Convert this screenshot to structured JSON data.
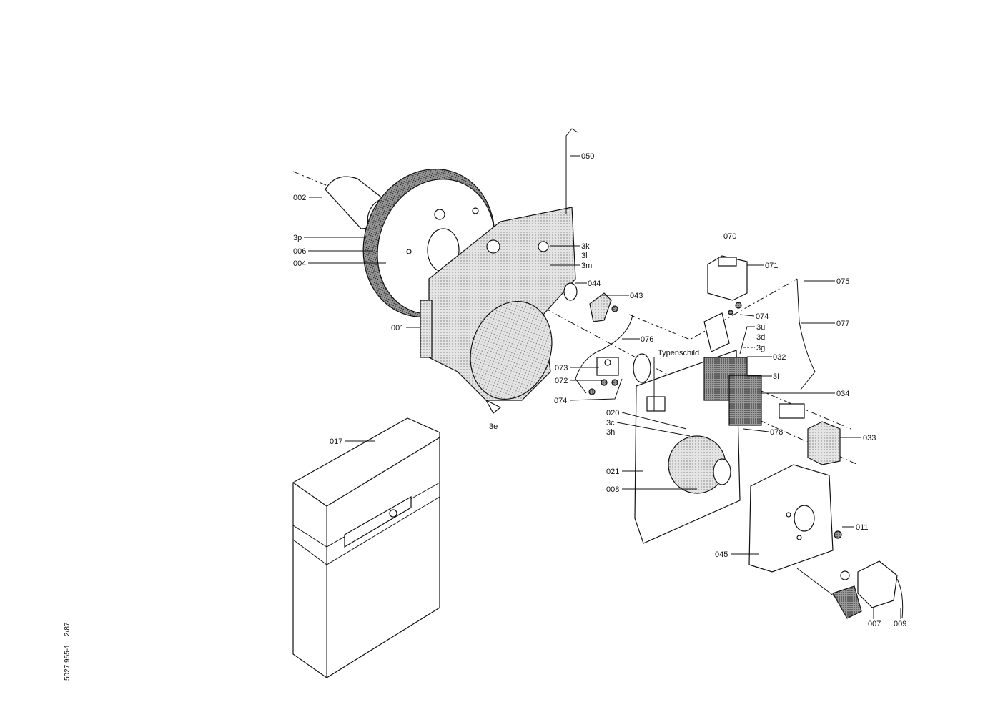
{
  "diagram": {
    "type": "exploded parts drawing",
    "labels": {
      "p050": "050",
      "p002": "002",
      "p3p": "3p",
      "p006": "006",
      "p004": "004",
      "p001": "001",
      "p3k": "3k",
      "p3l": "3l",
      "p3m": "3m",
      "p044": "044",
      "p043": "043",
      "p076": "076",
      "p073": "073",
      "p072": "072",
      "p074a": "074",
      "p3e": "3e",
      "p070": "070",
      "p071": "071",
      "p075": "075",
      "p074b": "074",
      "p077": "077",
      "p3u": "3u",
      "p3d": "3d",
      "p3g": "3g",
      "typenschild": "Typenschild",
      "p032": "032",
      "p3f": "3f",
      "p034": "034",
      "p020": "020",
      "p3c": "3c",
      "p3h": "3h",
      "p078": "078",
      "p033": "033",
      "p021": "021",
      "p008": "008",
      "p011": "011",
      "p045": "045",
      "p007": "007",
      "p009": "009",
      "p017": "017"
    },
    "footer": {
      "doc_number": "5027 955-1",
      "date": "2/87"
    }
  }
}
